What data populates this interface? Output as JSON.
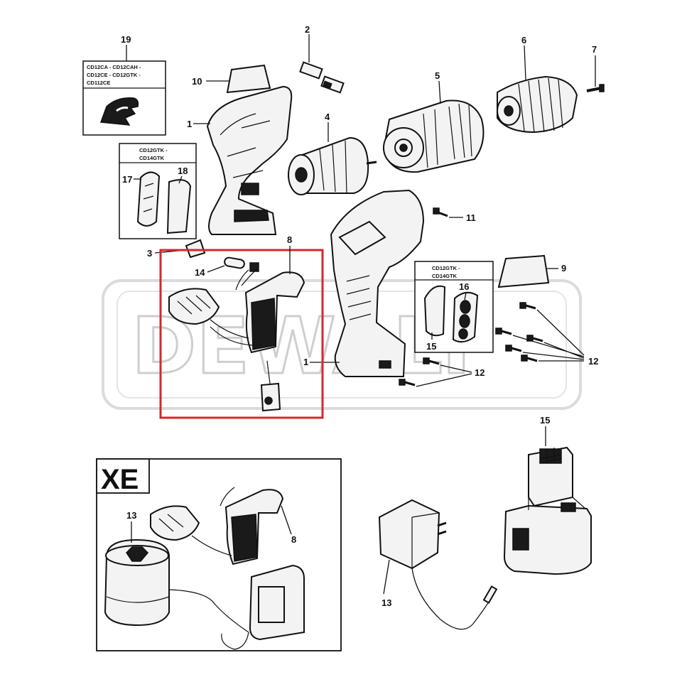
{
  "diagram": {
    "watermark": "DEWALT",
    "callouts": {
      "c1a": "1",
      "c1b": "1",
      "c2": "2",
      "c3": "3",
      "c4": "4",
      "c5": "5",
      "c6": "6",
      "c7": "7",
      "c8a": "8",
      "c8b": "8",
      "c9": "9",
      "c10": "10",
      "c11": "11",
      "c12a": "12",
      "c12b": "12",
      "c13a": "13",
      "c13b": "13",
      "c14": "14",
      "c15a": "15",
      "c15b": "15",
      "c16": "16",
      "c17": "17",
      "c18": "18",
      "c19": "19"
    },
    "box19": {
      "line1": "CD12CA - CD12CAH -",
      "line2": "CD12CE - CD12GTK -",
      "line3": "CD112CE"
    },
    "box17": {
      "line1": "CD12GTK -",
      "line2": "CD14GTK"
    },
    "box16": {
      "line1": "CD12GTK -",
      "line2": "CD14GTK"
    },
    "xe_label": "XE",
    "highlight_color": "#d9262b"
  }
}
